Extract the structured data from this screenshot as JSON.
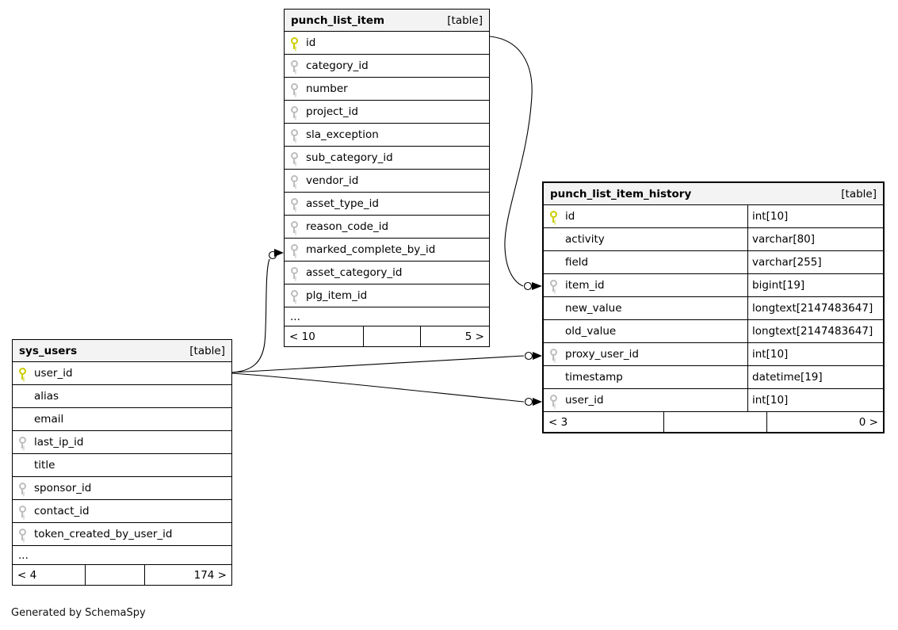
{
  "page": {
    "credit": "Generated by SchemaSpy"
  },
  "colors": {
    "primary_key": "#cbcc00",
    "foreign_key": "#bdbdbd",
    "header_bg": "#f3f3f3",
    "border": "#000000"
  },
  "tables": {
    "punch_list_item": {
      "name": "punch_list_item",
      "tag": "[table]",
      "ellipsis": "...",
      "rows": [
        {
          "name": "id",
          "key": "pk"
        },
        {
          "name": "category_id",
          "key": "fk"
        },
        {
          "name": "number",
          "key": "fk"
        },
        {
          "name": "project_id",
          "key": "fk"
        },
        {
          "name": "sla_exception",
          "key": "fk"
        },
        {
          "name": "sub_category_id",
          "key": "fk"
        },
        {
          "name": "vendor_id",
          "key": "fk"
        },
        {
          "name": "asset_type_id",
          "key": "fk"
        },
        {
          "name": "reason_code_id",
          "key": "fk"
        },
        {
          "name": "marked_complete_by_id",
          "key": "fk"
        },
        {
          "name": "asset_category_id",
          "key": "fk"
        },
        {
          "name": "plg_item_id",
          "key": "fk"
        }
      ],
      "footer": {
        "left": "< 10",
        "middle": "",
        "right": "5 >"
      }
    },
    "punch_list_item_history": {
      "name": "punch_list_item_history",
      "tag": "[table]",
      "rows": [
        {
          "name": "id",
          "type": "int[10]",
          "key": "pk"
        },
        {
          "name": "activity",
          "type": "varchar[80]",
          "key": null
        },
        {
          "name": "field",
          "type": "varchar[255]",
          "key": null
        },
        {
          "name": "item_id",
          "type": "bigint[19]",
          "key": "fk"
        },
        {
          "name": "new_value",
          "type": "longtext[2147483647]",
          "key": null
        },
        {
          "name": "old_value",
          "type": "longtext[2147483647]",
          "key": null
        },
        {
          "name": "proxy_user_id",
          "type": "int[10]",
          "key": "fk"
        },
        {
          "name": "timestamp",
          "type": "datetime[19]",
          "key": null
        },
        {
          "name": "user_id",
          "type": "int[10]",
          "key": "fk"
        }
      ],
      "footer": {
        "left": "< 3",
        "middle": "",
        "right": "0 >"
      }
    },
    "sys_users": {
      "name": "sys_users",
      "tag": "[table]",
      "ellipsis": "...",
      "rows": [
        {
          "name": "user_id",
          "key": "pk"
        },
        {
          "name": "alias",
          "key": null
        },
        {
          "name": "email",
          "key": null
        },
        {
          "name": "last_ip_id",
          "key": "fk"
        },
        {
          "name": "title",
          "key": null
        },
        {
          "name": "sponsor_id",
          "key": "fk"
        },
        {
          "name": "contact_id",
          "key": "fk"
        },
        {
          "name": "token_created_by_user_id",
          "key": "fk"
        }
      ],
      "footer": {
        "left": "< 4",
        "middle": "",
        "right": "174 >"
      }
    }
  },
  "relationships": [
    {
      "parent": "punch_list_item.id",
      "child": "punch_list_item_history.item_id"
    },
    {
      "parent": "sys_users.user_id",
      "child": "punch_list_item.marked_complete_by_id"
    },
    {
      "parent": "sys_users.user_id",
      "child": "punch_list_item_history.proxy_user_id"
    },
    {
      "parent": "sys_users.user_id",
      "child": "punch_list_item_history.user_id"
    }
  ]
}
